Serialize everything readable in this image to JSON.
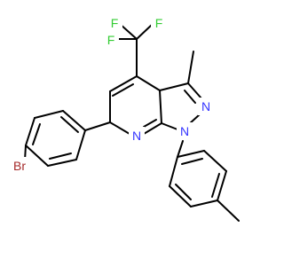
{
  "atoms": {
    "f1": {
      "text": "F",
      "color": "#33cc33"
    },
    "f2": {
      "text": "F",
      "color": "#33cc33"
    },
    "f3": {
      "text": "F",
      "color": "#33cc33"
    },
    "n_pyrazole_2": {
      "text": "N",
      "color": "#3333ff"
    },
    "n_pyrazole_1": {
      "text": "N",
      "color": "#3333ff"
    },
    "n_pyridine": {
      "text": "N",
      "color": "#3333ff"
    },
    "br": {
      "text": "Br",
      "color": "#a52a2a"
    }
  }
}
